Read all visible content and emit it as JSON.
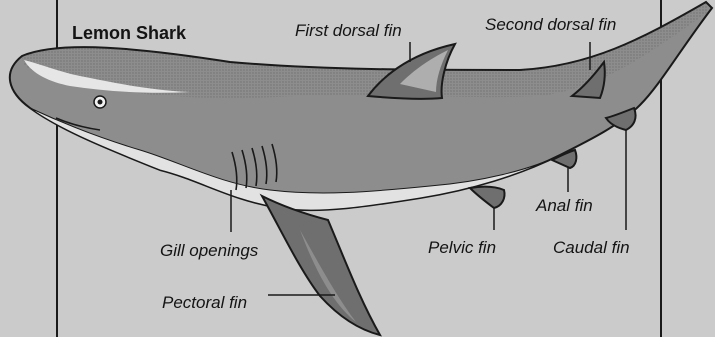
{
  "title": "Lemon Shark",
  "labels": {
    "first_dorsal_fin": "First dorsal fin",
    "second_dorsal_fin": "Second dorsal fin",
    "gill_openings": "Gill openings",
    "pectoral_fin": "Pectoral fin",
    "pelvic_fin": "Pelvic fin",
    "anal_fin": "Anal fin",
    "caudal_fin": "Caudal fin"
  },
  "colors": {
    "paper": "#cbcbcb",
    "ink": "#141414",
    "shark_body": "#8a8a8a",
    "shark_belly": "#e4e4e4",
    "fin": "#6f6f6f"
  }
}
